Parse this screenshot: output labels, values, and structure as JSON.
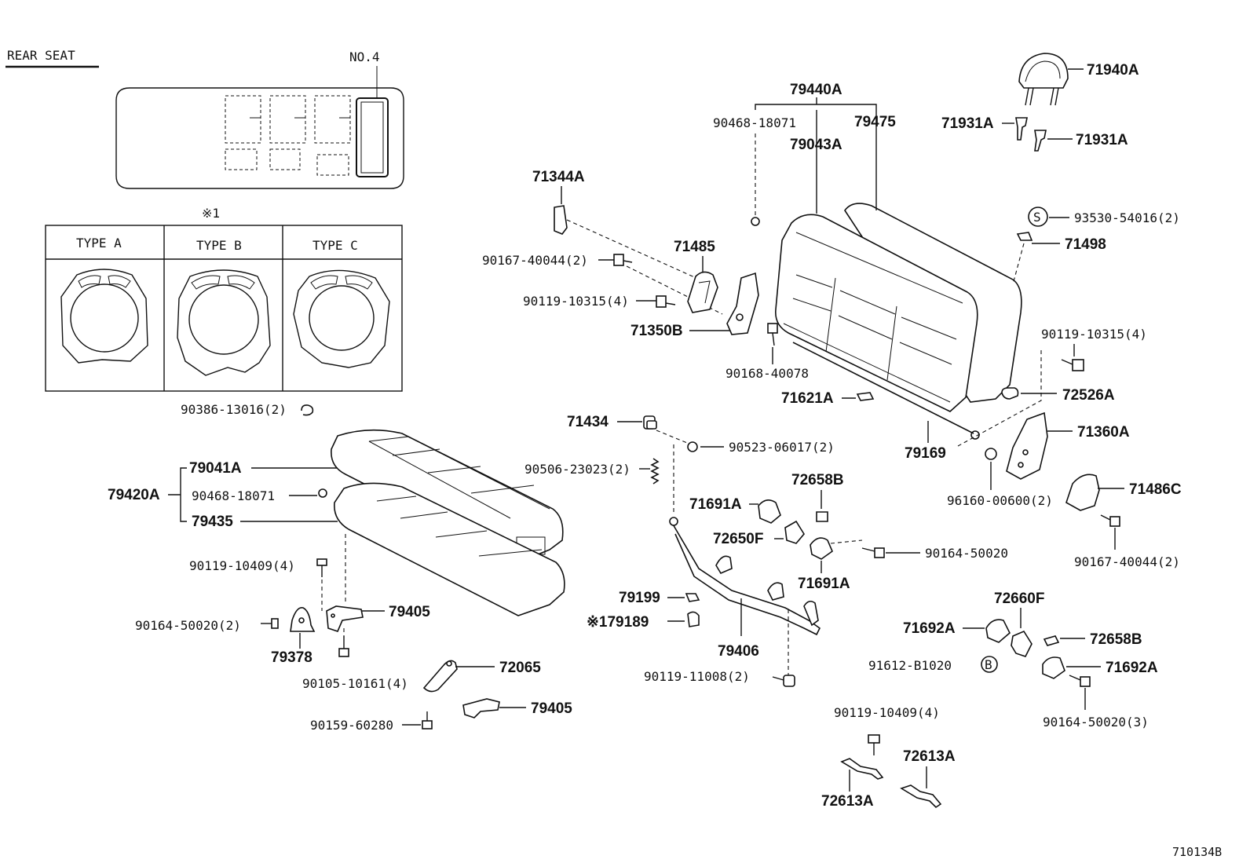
{
  "title": "REAR SEAT",
  "footer_code": "710134B",
  "vehicle_layout_label": "NO.4",
  "type_table": {
    "marker": "※1",
    "columns": [
      "TYPE  A",
      "TYPE  B",
      "TYPE  C"
    ]
  },
  "labels": {
    "p90386": "90386-13016(2)",
    "p79041A": "79041A",
    "p79420A": "79420A",
    "p90468b": "90468-18071",
    "p79435": "79435",
    "p90119_10409": "90119-10409(4)",
    "p79405a": "79405",
    "p90164_50020_2": "90164-50020(2)",
    "p79378": "79378",
    "p90105": "90105-10161(4)",
    "p72065": "72065",
    "p79405b": "79405",
    "p90159": "90159-60280",
    "p71344A": "71344A",
    "p90167a": "90167-40044(2)",
    "p90119_10315a": "90119-10315(4)",
    "p71485": "71485",
    "p71350B": "71350B",
    "p79440A": "79440A",
    "p90468a": "90468-18071",
    "p79475": "79475",
    "p79043A": "79043A",
    "p90168": "90168-40078",
    "p71621A": "71621A",
    "p79169": "79169",
    "p71940A": "71940A",
    "p71931A_l": "71931A",
    "p71931A_r": "71931A",
    "p93530": "93530-54016(2)",
    "p71498": "71498",
    "p90119_10315b": "90119-10315(4)",
    "p72526A": "72526A",
    "p71360A": "71360A",
    "p96160": "96160-00600(2)",
    "p71486C": "71486C",
    "p90167b": "90167-40044(2)",
    "p71434": "71434",
    "p90523": "90523-06017(2)",
    "p90506": "90506-23023(2)",
    "p72658B_a": "72658B",
    "p71691A_a": "71691A",
    "p72650F": "72650F",
    "p90164_50020": "90164-50020",
    "p71691A_b": "71691A",
    "p79199": "79199",
    "p79189": "※179189",
    "p79406": "79406",
    "p90119_11008": "90119-11008(2)",
    "p72660F": "72660F",
    "p71692A_a": "71692A",
    "p72658B_b": "72658B",
    "p91612": "91612-B1020",
    "p71692A_b": "71692A",
    "p90164_50020_3": "90164-50020(3)",
    "p90119_10409b": "90119-10409(4)",
    "p72613A_a": "72613A",
    "p72613A_b": "72613A"
  },
  "badges": {
    "s": "S",
    "b": "B"
  }
}
